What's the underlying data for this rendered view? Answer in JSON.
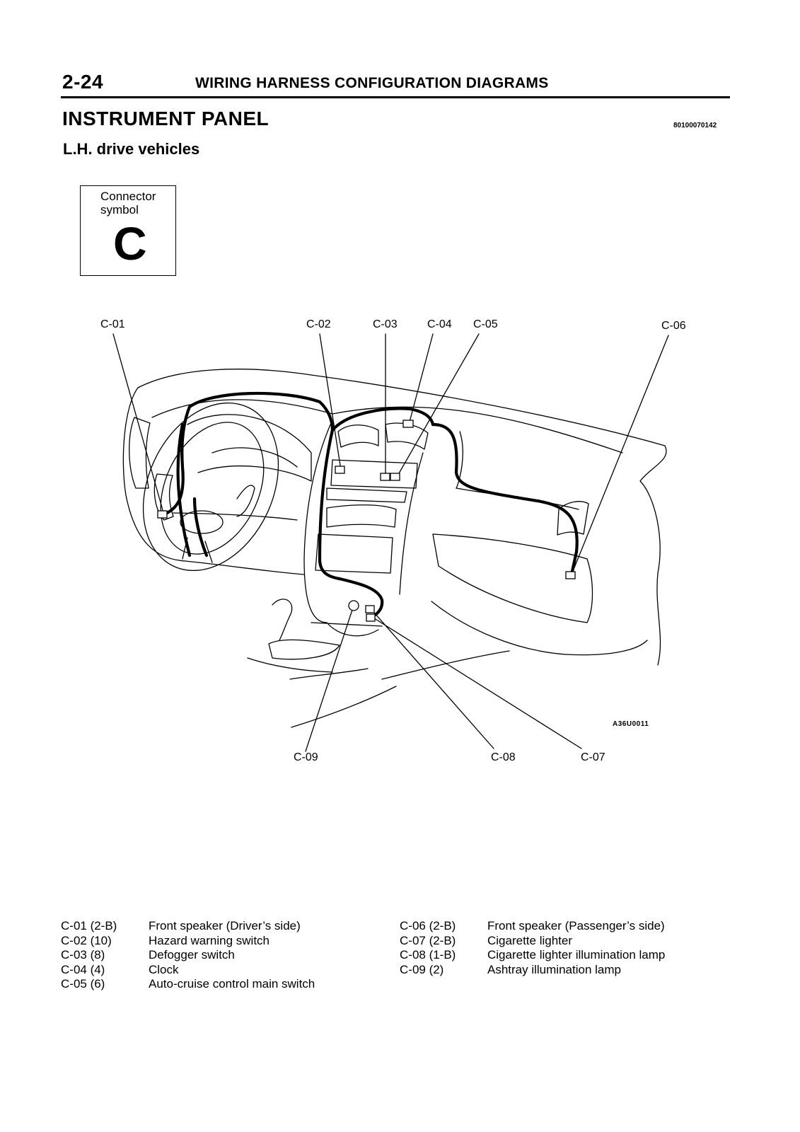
{
  "header": {
    "page_number": "2-24",
    "section_title": "WIRING HARNESS CONFIGURATION DIAGRAMS",
    "title": "INSTRUMENT PANEL",
    "doc_code": "80100070142",
    "subtitle": "L.H. drive vehicles"
  },
  "legend": {
    "caption_line1": "Connector",
    "caption_line2": "symbol",
    "letter": "C"
  },
  "diagram": {
    "callouts_top": [
      "C-01",
      "C-02",
      "C-03",
      "C-04",
      "C-05",
      "C-06"
    ],
    "callouts_bottom": [
      "C-09",
      "C-08",
      "C-07"
    ],
    "figure_code": "A36U0011"
  },
  "connectors_left": [
    {
      "code": "C-01 (2-B)",
      "description": "Front speaker (Driver’s side)"
    },
    {
      "code": "C-02 (10)",
      "description": "Hazard warning switch"
    },
    {
      "code": "C-03 (8)",
      "description": "Defogger switch"
    },
    {
      "code": "C-04 (4)",
      "description": "Clock"
    },
    {
      "code": "C-05 (6)",
      "description": "Auto-cruise control main switch"
    }
  ],
  "connectors_right": [
    {
      "code": "C-06 (2-B)",
      "description": "Front speaker (Passenger’s side)"
    },
    {
      "code": "C-07 (2-B)",
      "description": "Cigarette lighter"
    },
    {
      "code": "C-08 (1-B)",
      "description": "Cigarette lighter illumination lamp"
    },
    {
      "code": "C-09 (2)",
      "description": "Ashtray illumination lamp"
    }
  ]
}
